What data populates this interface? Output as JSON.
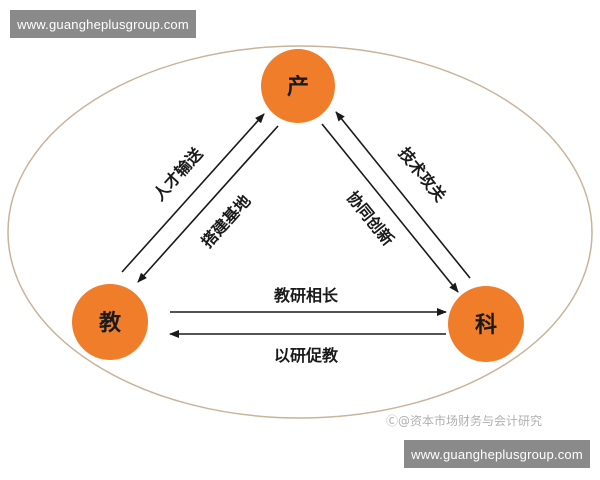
{
  "banners": {
    "top": "www.guangheplusgroup.com",
    "bottom": "www.guangheplusgroup.com"
  },
  "watermark": "Ⓒ@资本市场财务与会计研究",
  "nodes": {
    "top": "产",
    "left": "教",
    "right": "科"
  },
  "edges": {
    "left_outer": "人才输送",
    "left_inner": "搭建基地",
    "right_outer": "技术攻关",
    "right_inner": "协同创新",
    "bottom_top": "教研相长",
    "bottom_bottom": "以研促教"
  },
  "colors": {
    "node_fill": "#f07d2a",
    "banner_bg": "#8a8a8a",
    "ellipse_stroke": "#c9b39a",
    "arrow": "#1a1a1a"
  }
}
